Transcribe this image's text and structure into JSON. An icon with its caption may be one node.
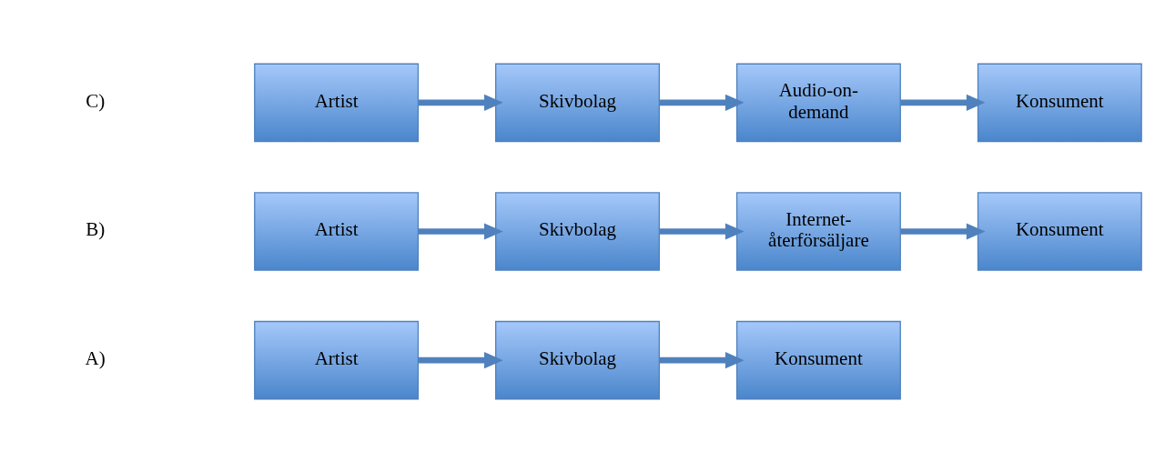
{
  "diagram": {
    "nodes": [
      {
        "text": [
          "Artist"
        ]
      },
      {
        "text": [
          "Skivbolag"
        ]
      },
      {
        "text": [
          "Konsument"
        ]
      },
      {
        "text": [
          "Artist"
        ]
      },
      {
        "text": [
          "Skivbolag"
        ]
      },
      {
        "text": [
          "Internet- återförsäljare"
        ]
      },
      {
        "text": [
          "Konsument"
        ]
      },
      {
        "text": [
          "Artist"
        ]
      },
      {
        "text": [
          "Skivbolag"
        ]
      },
      {
        "text": [
          "Audio-on- demand"
        ]
      },
      {
        "text": [
          "Konsument"
        ]
      }
    ],
    "edges": [
      {
        "from": 0,
        "to": 1,
        "arrow": "to"
      },
      {
        "from": 1,
        "to": 2,
        "arrow": "to"
      },
      {
        "from": 3,
        "to": 4,
        "arrow": "to"
      },
      {
        "from": 4,
        "to": 5,
        "arrow": "to"
      },
      {
        "from": 5,
        "to": 6,
        "arrow": "to"
      },
      {
        "from": 7,
        "to": 8,
        "arrow": "to"
      },
      {
        "from": 8,
        "to": 9,
        "arrow": "to"
      },
      {
        "from": 9,
        "to": 10,
        "arrow": "to"
      }
    ],
    "labels": [
      "A)",
      "B)",
      "C)"
    ]
  }
}
